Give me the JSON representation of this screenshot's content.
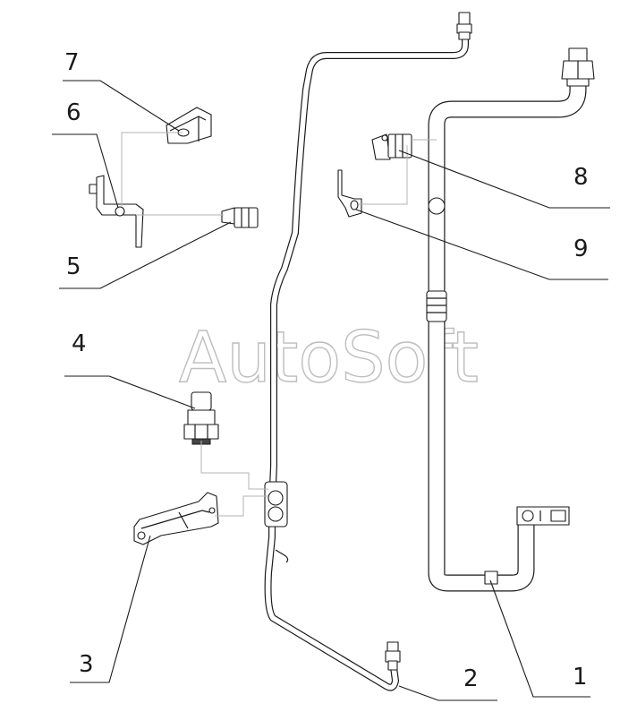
{
  "watermark": "AutoSoft",
  "callouts": [
    {
      "id": "1",
      "label": "1"
    },
    {
      "id": "2",
      "label": "2"
    },
    {
      "id": "3",
      "label": "3"
    },
    {
      "id": "4",
      "label": "4"
    },
    {
      "id": "5",
      "label": "5"
    },
    {
      "id": "6",
      "label": "6"
    },
    {
      "id": "7",
      "label": "7"
    },
    {
      "id": "8",
      "label": "8"
    },
    {
      "id": "9",
      "label": "9"
    }
  ],
  "colors": {
    "line": "#1a1a1a",
    "guide": "#b3b3b3",
    "watermark": "#bdbdbd",
    "background": "#ffffff"
  }
}
